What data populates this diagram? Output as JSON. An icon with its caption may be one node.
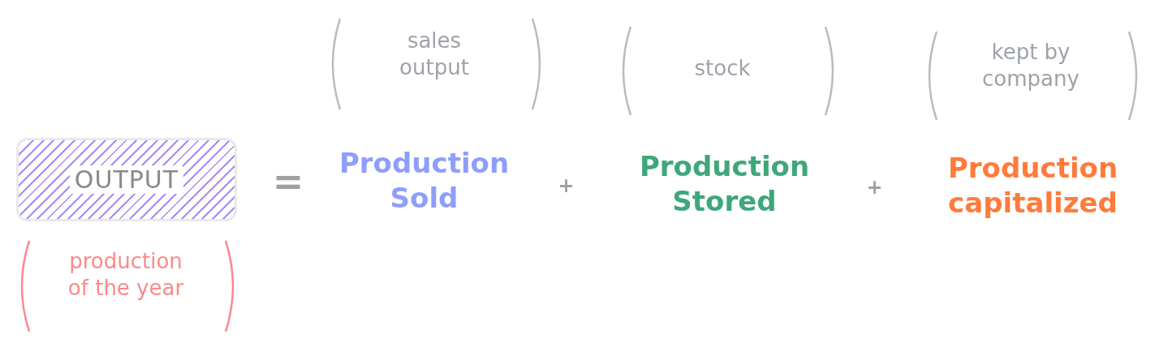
{
  "diagram": {
    "nodes": [
      {
        "text": [
          "OUTPUT"
        ]
      }
    ],
    "labels": [
      "sales output",
      "stock",
      "kept by company",
      "=",
      "Production Sold",
      "+",
      "Production Stored",
      "+",
      "Production capitalized",
      "production of the year"
    ]
  }
}
